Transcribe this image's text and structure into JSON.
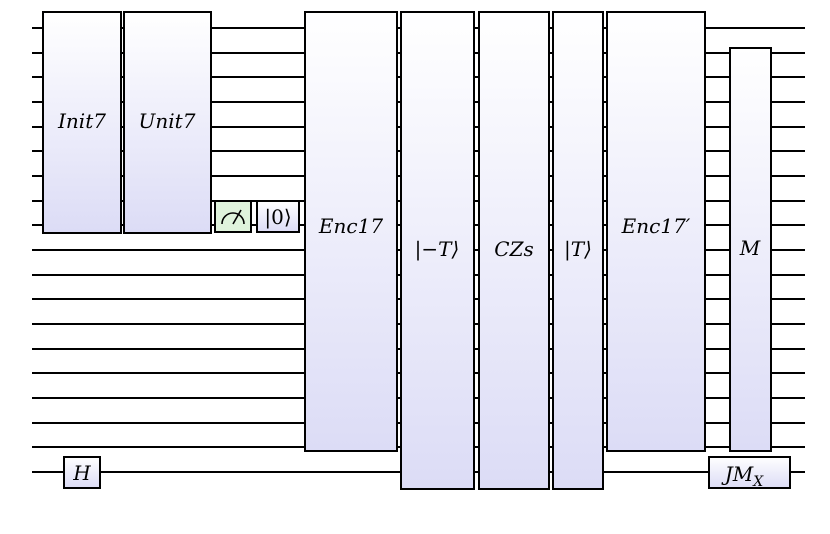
{
  "circuit": {
    "wire_count": 19,
    "gates": {
      "init": "Init7",
      "unit": "Unit7",
      "reset": "|0⟩",
      "enc": "Enc17",
      "minus_t": "|−T⟩",
      "czs": "CZs",
      "t_state": "|T⟩",
      "enc_prime": "Enc17′",
      "measure_m": "M",
      "hadamard": "H",
      "jmx": "JM",
      "jmx_sub": "X"
    }
  }
}
